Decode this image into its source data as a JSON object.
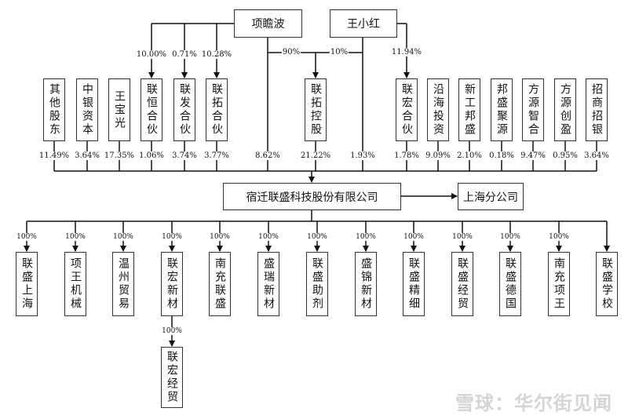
{
  "top_holders": [
    {
      "name": "项瞻波"
    },
    {
      "name": "王小红"
    }
  ],
  "top_links": {
    "xiang_to_lianheng": "10.00%",
    "xiang_to_lianfa": "0.71%",
    "xiang_to_liantuo_partner": "10.28%",
    "xiang_to_liantuo_holding": "90%",
    "wang_to_liantuo_holding": "10%",
    "wang_to_lianhong_partner": "11.94%"
  },
  "shareholders": [
    {
      "name": "其他股东",
      "pct": "11.49%"
    },
    {
      "name": "中银资本",
      "pct": "3.64%"
    },
    {
      "name": "王宝光",
      "pct": "17.35%"
    },
    {
      "name": "联恒合伙",
      "pct": "1.06%"
    },
    {
      "name": "联发合伙",
      "pct": "3.74%"
    },
    {
      "name": "联拓合伙",
      "pct": "3.77%"
    },
    {
      "name": "联拓控股",
      "pct": "21.22%"
    },
    {
      "name": "联宏合伙",
      "pct": "1.78%"
    },
    {
      "name": "沿海投资",
      "pct": "9.09%"
    },
    {
      "name": "新工邦盛",
      "pct": "2.10%"
    },
    {
      "name": "邦盛聚源",
      "pct": "0.18%"
    },
    {
      "name": "方源智合",
      "pct": "9.47%"
    },
    {
      "name": "方源创盈",
      "pct": "0.95%"
    },
    {
      "name": "招商招银",
      "pct": "3.64%"
    }
  ],
  "direct_holdings": {
    "xiang": "8.62%",
    "wang": "1.93%"
  },
  "company": {
    "name": "宿迁联盛科技股份有限公司"
  },
  "branch": {
    "name": "上海分公司"
  },
  "subsidiaries": [
    {
      "name": "联盛上海",
      "pct": "100%"
    },
    {
      "name": "项王机械",
      "pct": "100%"
    },
    {
      "name": "温州贸易",
      "pct": "100%"
    },
    {
      "name": "联宏新材",
      "pct": "100%"
    },
    {
      "name": "南充联盛",
      "pct": "100%"
    },
    {
      "name": "盛瑞新材",
      "pct": "100%"
    },
    {
      "name": "联盛助剂",
      "pct": "100%"
    },
    {
      "name": "盛锦新材",
      "pct": "100%"
    },
    {
      "name": "联盛精细",
      "pct": "100%"
    },
    {
      "name": "联盛经贸",
      "pct": "100%"
    },
    {
      "name": "联盛德国",
      "pct": "100%"
    },
    {
      "name": "南充项王",
      "pct": "100%"
    },
    {
      "name": "联盛学校",
      "pct": ""
    }
  ],
  "sub_subsidiary": {
    "name": "联宏经贸",
    "pct": "100%"
  },
  "watermark": "雪球：华尔街见闻"
}
